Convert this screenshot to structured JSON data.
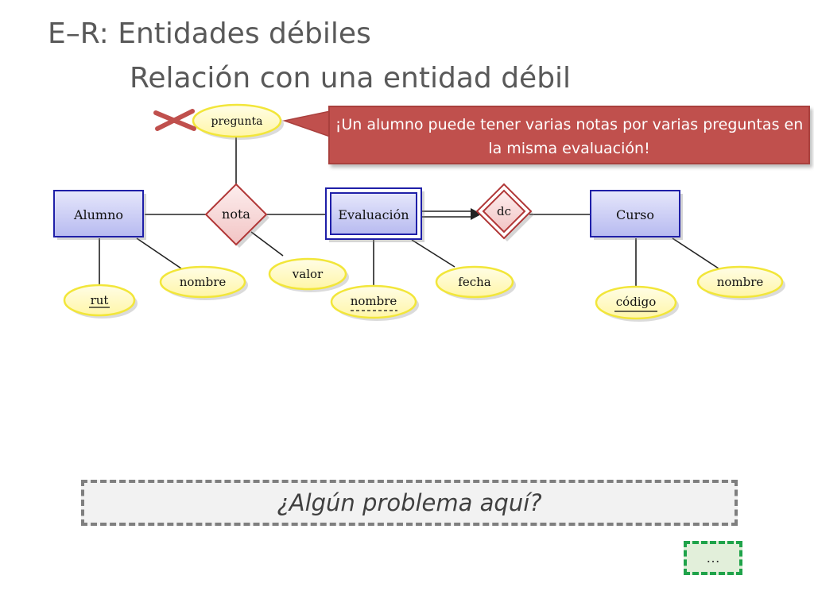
{
  "slide": {
    "title_line1": "E–R: Entidades débiles",
    "title_line2": "Relación con una entidad débil",
    "callout_text": "¡Un alumno puede tener varias notas por varias preguntas en la misma evaluación!",
    "question": "¿Algún problema aquí?",
    "more_button": "…"
  },
  "diagram": {
    "entities": {
      "alumno": "Alumno",
      "evaluacion": "Evaluación",
      "curso": "Curso"
    },
    "relationships": {
      "nota": "nota",
      "dc": "dc"
    },
    "attributes": {
      "pregunta": "pregunta",
      "rut": "rut",
      "nombre_alumno": "nombre",
      "valor": "valor",
      "nombre_evaluacion": "nombre",
      "fecha": "fecha",
      "codigo": "código",
      "nombre_curso": "nombre"
    }
  },
  "colors": {
    "entity_fill": "#c9cbf4",
    "entity_border": "#1f1fa8",
    "relationship_fill": "#f6d3d3",
    "relationship_border": "#b13737",
    "attribute_fill": "#fffbc2",
    "attribute_border": "#f2e63a",
    "callout_fill": "#c0504d",
    "cross_mark": "#c0504d"
  },
  "icons": {
    "cross_mark": "cross-out-icon"
  }
}
